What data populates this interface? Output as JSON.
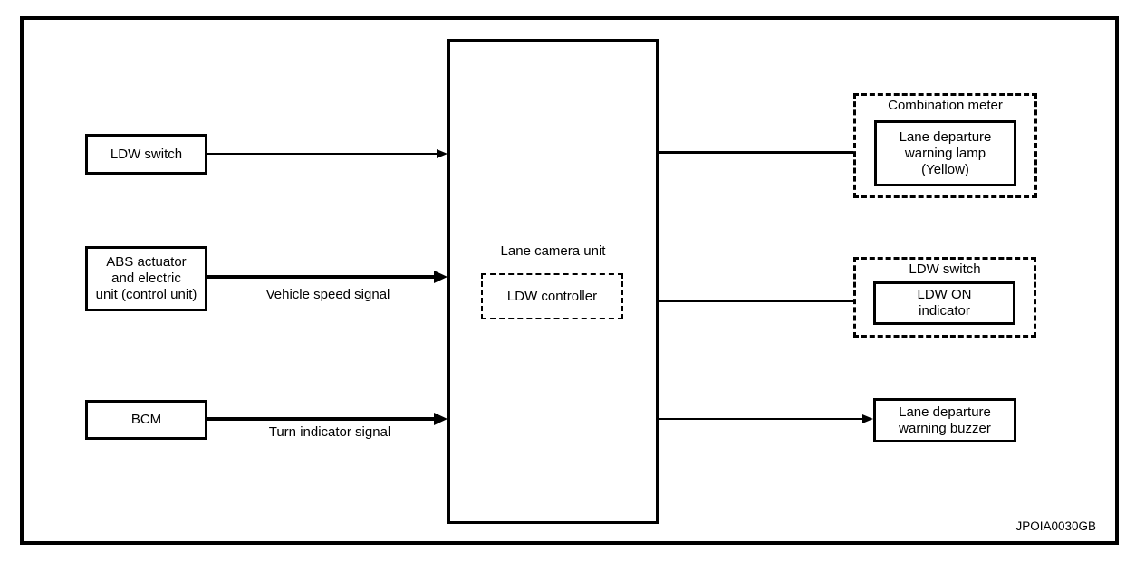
{
  "diagram": {
    "inputs": {
      "ldw_switch": "LDW switch",
      "abs_unit": "ABS actuator\nand electric\nunit (control unit)",
      "bcm": "BCM"
    },
    "signals": {
      "vehicle_speed": "Vehicle speed signal",
      "turn_indicator": "Turn indicator signal"
    },
    "center": {
      "title": "Lane camera unit",
      "controller": "LDW controller"
    },
    "outputs": {
      "combination_meter_title": "Combination meter",
      "warning_lamp": "Lane departure\nwarning lamp\n(Yellow)",
      "ldw_switch_title": "LDW switch",
      "ldw_on_indicator": "LDW ON\nindicator",
      "warning_buzzer": "Lane departure\nwarning buzzer"
    },
    "figure_code": "JPOIA0030GB",
    "colors": {
      "line": "#000000",
      "background": "#ffffff"
    }
  }
}
